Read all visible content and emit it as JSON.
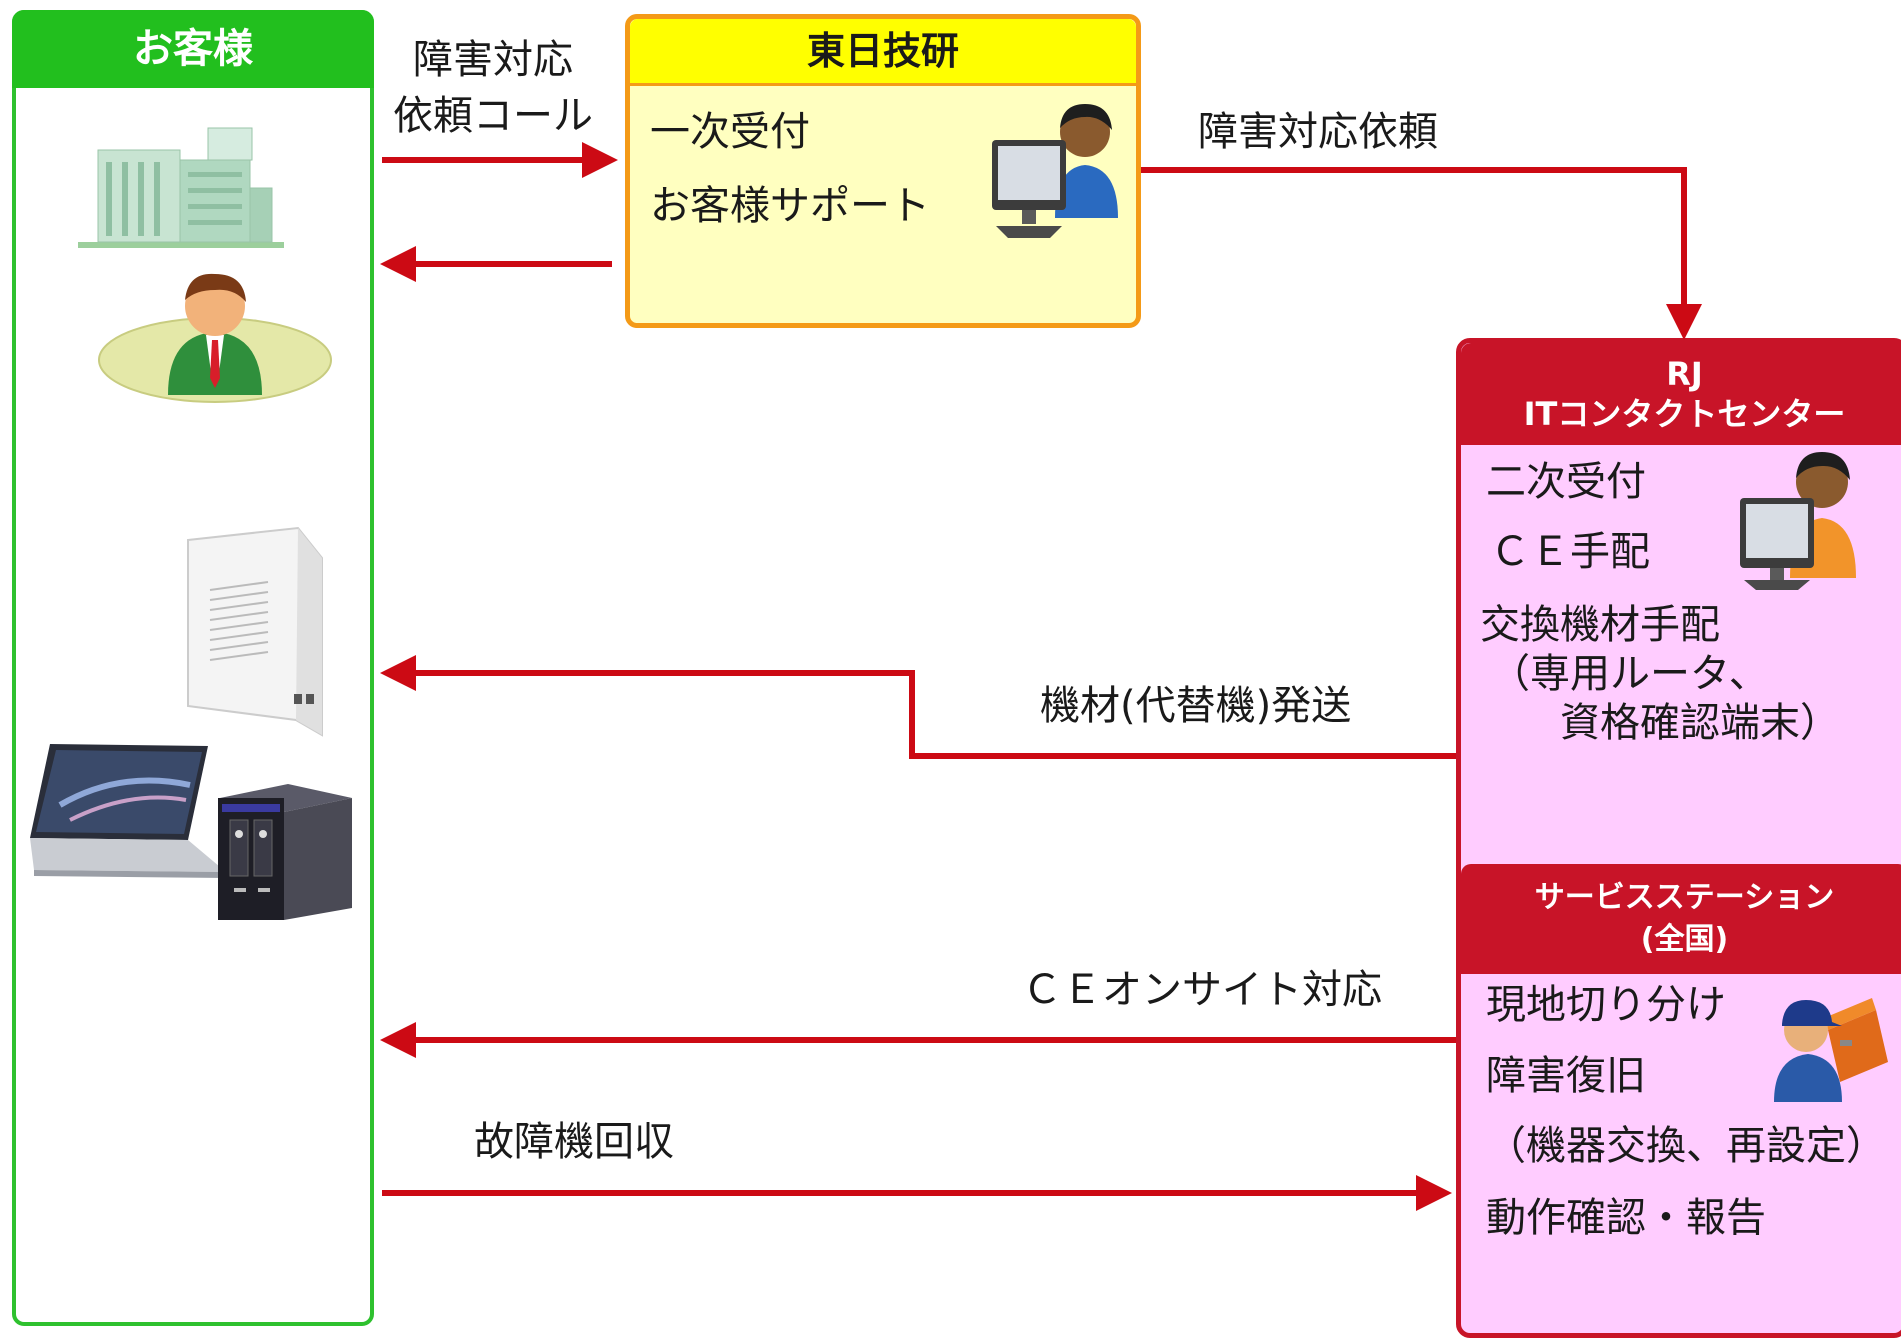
{
  "customer": {
    "title": "お客様"
  },
  "tohoku": {
    "title": "東日技研",
    "items": [
      "一次受付",
      "お客様サポート"
    ]
  },
  "rj": {
    "title_line1": "RJ",
    "title_line2": "ITコンタクトセンター",
    "items": [
      "二次受付",
      "ＣＥ手配",
      "交換機材手配",
      "（専用ルータ、",
      "資格確認端末）"
    ]
  },
  "service_station": {
    "title_line1": "サービスステーション",
    "title_line2": "(全国)",
    "items": [
      "現地切り分け",
      "障害復旧",
      "（機器交換、再設定）",
      "動作確認・報告"
    ]
  },
  "flows": {
    "call_line1": "障害対応",
    "call_line2": "依頼コール",
    "request": "障害対応依頼",
    "shipment": "機材(代替機)発送",
    "onsite": "ＣＥオンサイト対応",
    "collection": "故障機回収"
  },
  "colors": {
    "arrow": "#cc0a14",
    "customer_green": "#22bf1e",
    "tohoku_orange": "#f49a17",
    "tohoku_fill": "#ffffc0",
    "rj_red": "#c81428",
    "rj_fill": "#ffccff"
  },
  "icons": [
    "building-icon",
    "customer-person-icon",
    "operator-icon",
    "router-device-icon",
    "laptop-icon",
    "nas-storage-icon",
    "technician-icon"
  ]
}
